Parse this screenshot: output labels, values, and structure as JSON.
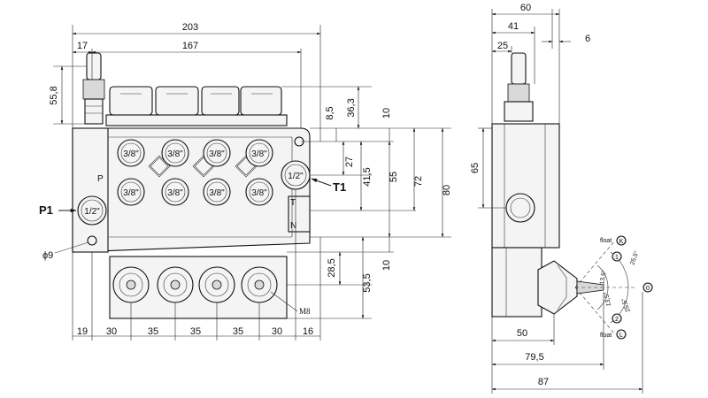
{
  "front_view": {
    "top_dims": {
      "overall": "203",
      "body": "167",
      "lever_offset": "17"
    },
    "left_dims": {
      "lever_height": "55,8"
    },
    "right_dims": {
      "d1": "36,3",
      "d2": "8,5",
      "d3": "10",
      "d4": "27",
      "d5": "41,5",
      "d6": "55",
      "d7": "72",
      "d8": "80",
      "d9": "10",
      "d10": "28,5",
      "d11": "53,5"
    },
    "bottom_dims": [
      "19",
      "30",
      "35",
      "35",
      "35",
      "30",
      "16"
    ],
    "ports_top": [
      "3/8\"",
      "3/8\"",
      "3/8\"",
      "3/8\""
    ],
    "ports_bottom": [
      "3/8\"",
      "3/8\"",
      "3/8\"",
      "3/8\""
    ],
    "inlet_port": "1/2\"",
    "outlet_port": "1/2\"",
    "labels": {
      "p1": "P1",
      "t1": "T1",
      "p": "P",
      "t": "T",
      "n": "N",
      "hole": "ϕ9",
      "thread": "M8"
    }
  },
  "side_view": {
    "top_dims": {
      "overall": "60",
      "mid": "41",
      "small": "25",
      "offset": "6"
    },
    "left_dims": {
      "height": "65"
    },
    "bottom_dims": {
      "d1": "50",
      "d2": "79,5",
      "d3": "87"
    },
    "lever": {
      "float_top": "float",
      "float_bottom": "float",
      "angle_outer_top": "25,5°",
      "angle_outer_bottom": "25,5°",
      "angle_inner_top": "13,5°",
      "angle_inner_bottom": "13,5°",
      "pos_k": "K",
      "pos_l": "L",
      "pos_0": "0",
      "pos_1": "1",
      "pos_2": "2"
    }
  }
}
